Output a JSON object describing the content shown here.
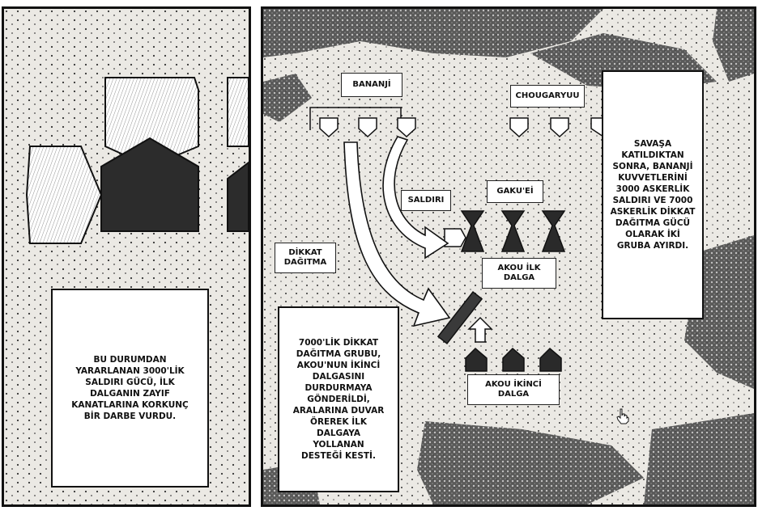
{
  "left_panel": {
    "caption": "BU DURUMDAN\nYARARLANAN 3000'LİK\nSALDIRI GÜCÜ, İLK\nDALGANIN ZAYIF\nKANATLARINA KORKUNÇ\nBİR DARBE VURDU."
  },
  "right_panel": {
    "labels": {
      "bananji": "BANANJİ",
      "chougaryuu": "CHOUGARYUU",
      "saldiri": "SALDIRI",
      "gakuei": "GAKU'Eİ",
      "dikkat_dagitma": "DİKKAT\nDAĞITMA",
      "akou_ilk_dalga": "AKOU İLK\nDALGA",
      "akou_ikinci_dalga": "AKOU İKİNCİ\nDALGA"
    },
    "caption_right": "SAVAŞA\nKATILDIKTAN\nSONRA, BANANJİ\nKUVVETLERİNİ\n3000 ASKERLİK\nSALDIRI VE 7000\nASKERLİK DİKKAT\nDAĞITMA GÜCÜ\nOLARAK İKİ\nGRUBA AYIRDI.",
    "caption_bottom": "7000'LİK DİKKAT\nDAĞITMA GRUBU,\nAKOU'NUN İKİNCİ\nDALGASINI\nDURDURMAYA\nGÖNDERİLDİ,\nARALARINA DUVAR\nÖREREK İLK\nDALGAYA\nYOLLANAN\nDESTEĞİ KESTİ."
  },
  "colors": {
    "ink": "#111111",
    "paper": "#ebe9e4",
    "shade": "#3a3a3a"
  }
}
